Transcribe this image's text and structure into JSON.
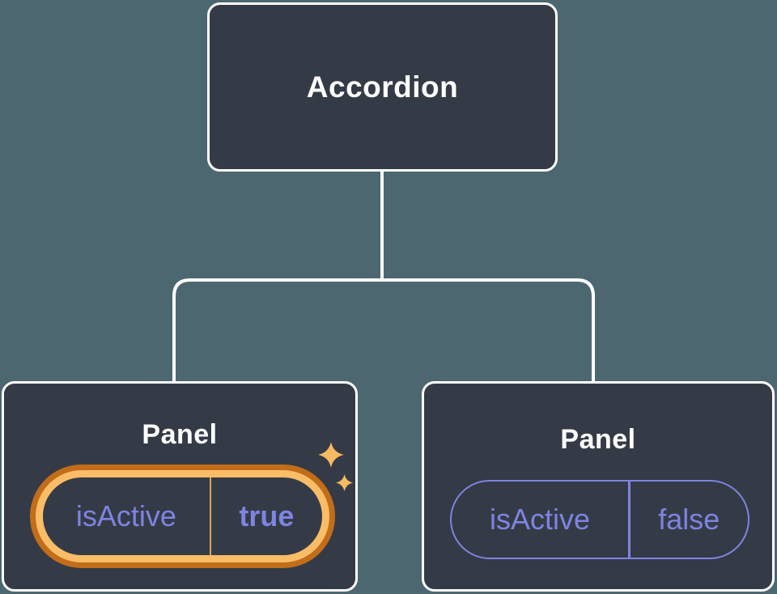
{
  "colors": {
    "background": "#4d6770",
    "node_fill": "#353b46",
    "node_border": "#ffffff",
    "title_text": "#ffffff",
    "state_text": "#7d84e2",
    "pill_border": "#7d84e2",
    "highlight_outer": "#c26d1a",
    "highlight_inner": "#f9bd68",
    "highlight_divider": "#dda053",
    "sparkle": "#f7ba62"
  },
  "tree": {
    "root": {
      "label": "Accordion"
    },
    "children": [
      {
        "label": "Panel",
        "prop": {
          "name": "isActive",
          "value": "true"
        },
        "highlighted": true,
        "sparkles_icon": "sparkles"
      },
      {
        "label": "Panel",
        "prop": {
          "name": "isActive",
          "value": "false"
        },
        "highlighted": false
      }
    ]
  }
}
